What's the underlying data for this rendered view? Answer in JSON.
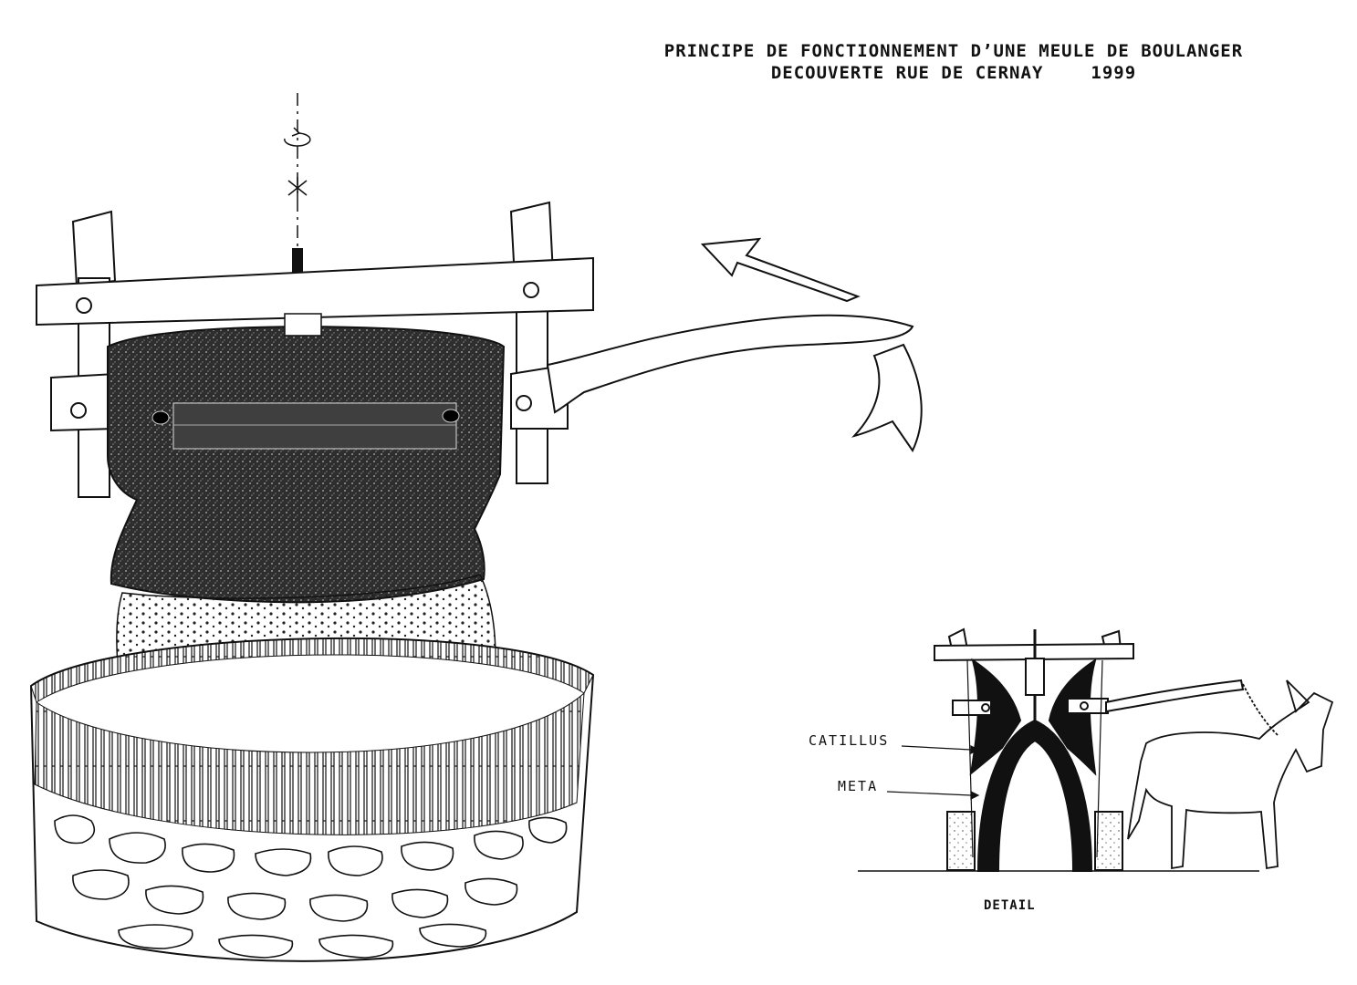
{
  "title": {
    "line1": "PRINCIPE DE FONCTIONNEMENT D’UNE MEULE DE BOULANGER",
    "line2": "DECOUVERTE RUE DE CERNAY",
    "year": "1999"
  },
  "detail": {
    "caption": "DETAIL",
    "label_catillus": "CATILLUS",
    "label_meta": "META"
  },
  "colors": {
    "ink": "#111111",
    "stone": "#3a3a3a",
    "paper": "#ffffff"
  }
}
